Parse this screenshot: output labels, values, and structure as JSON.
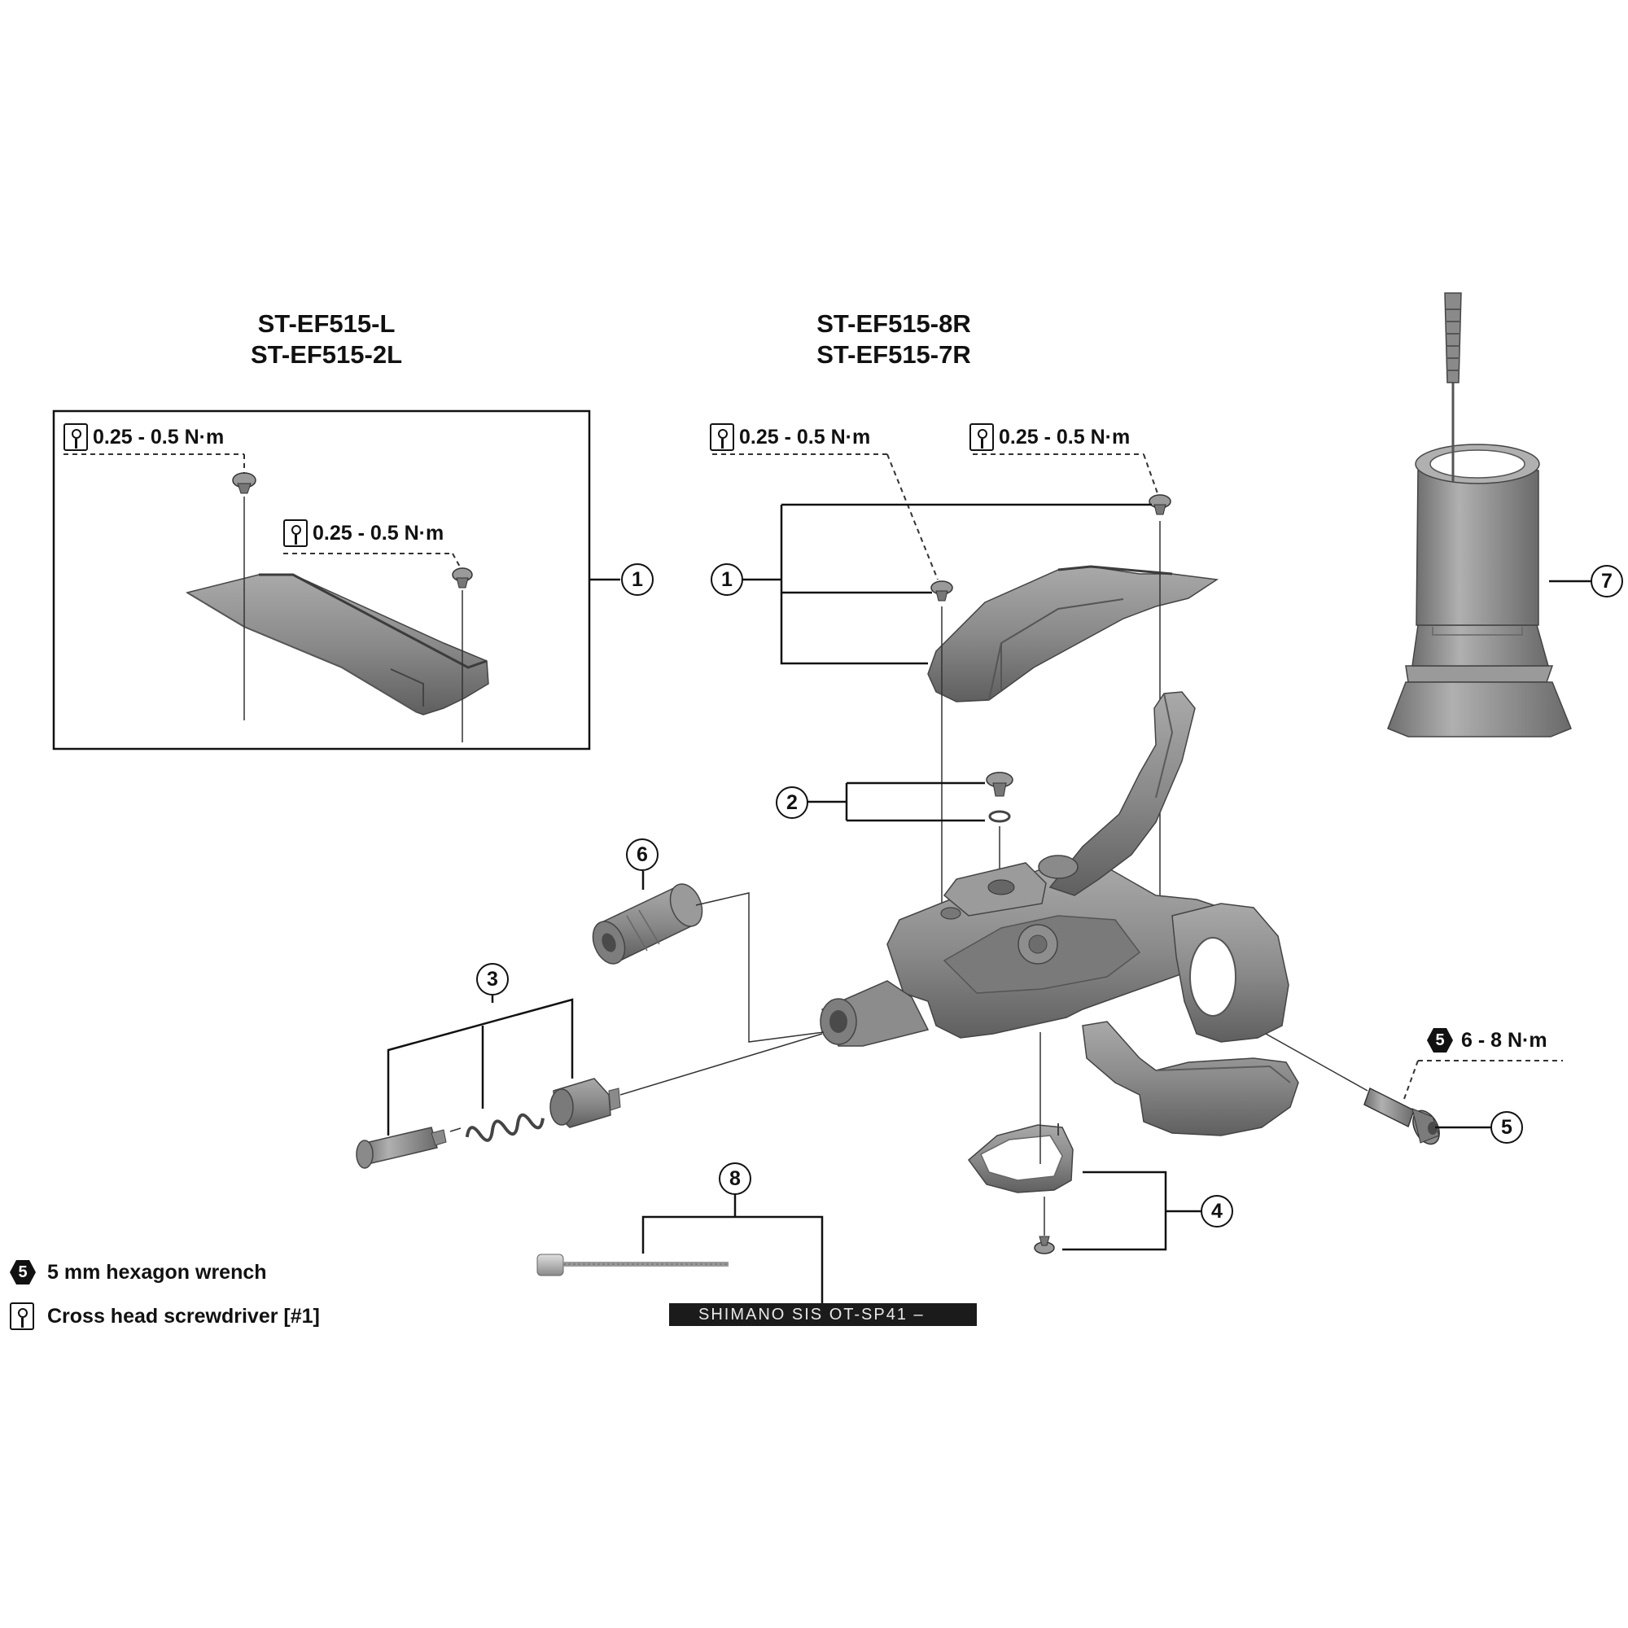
{
  "titles": {
    "left_line1": "ST-EF515-L",
    "left_line2": "ST-EF515-2L",
    "right_line1": "ST-EF515-8R",
    "right_line2": "ST-EF515-7R"
  },
  "torque_labels": {
    "left_top": "0.25 - 0.5 N·m",
    "left_inner": "0.25 - 0.5 N·m",
    "right_a": "0.25 - 0.5 N·m",
    "right_b": "0.25 - 0.5 N·m",
    "bolt": "6 - 8 N·m"
  },
  "callouts": {
    "c1_left": "1",
    "c1_right": "1",
    "c2": "2",
    "c3": "3",
    "c4": "4",
    "c5": "5",
    "c6": "6",
    "c7": "7",
    "c8": "8"
  },
  "legend": {
    "hex_number": "5",
    "hex_text": "5 mm hexagon wrench",
    "screwdriver_text": "Cross head screwdriver [#1]"
  },
  "cable_print": "SHIMANO SIS   OT-SP41 –",
  "icons": {
    "hex": "hexagon-wrench-icon",
    "screw": "cross-head-screwdriver-icon"
  },
  "colors": {
    "part_fill": "#8c8c8c",
    "part_dark": "#5e5e5e",
    "part_light": "#b5b5b5",
    "line": "#111111"
  }
}
